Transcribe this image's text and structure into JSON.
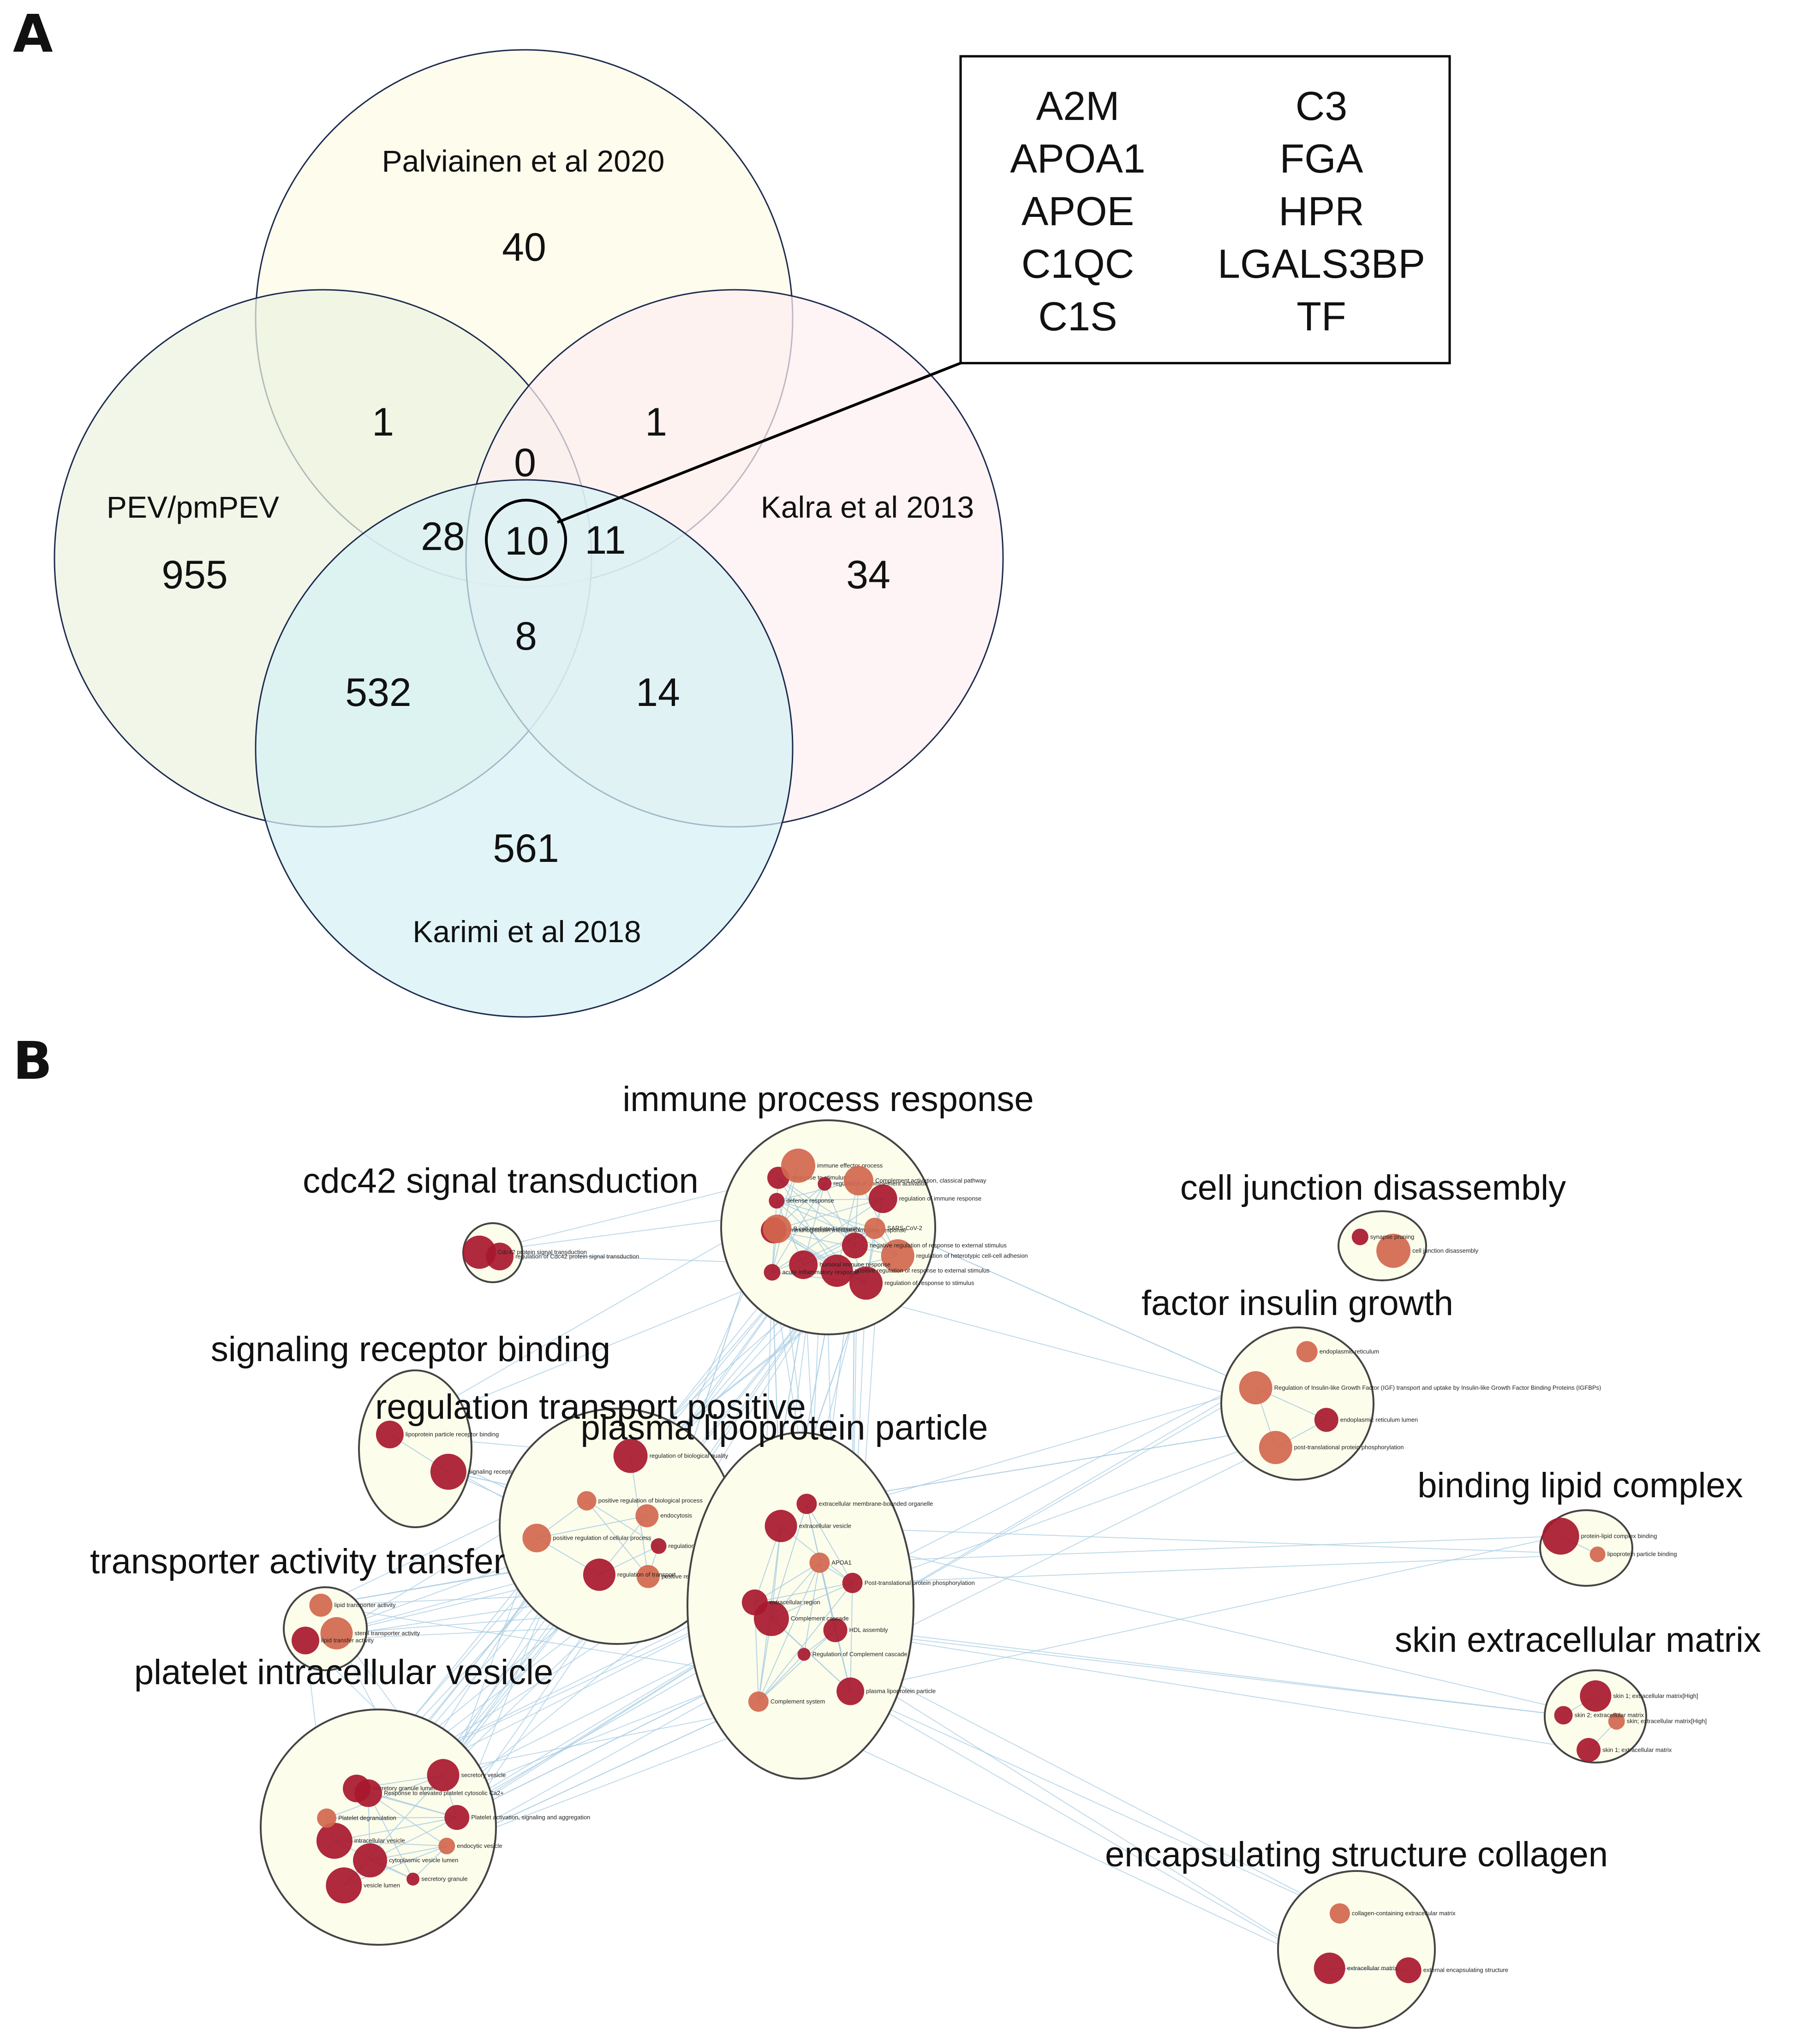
{
  "panels": {
    "a_label": "A",
    "b_label": "B"
  },
  "venn": {
    "sets": [
      {
        "name": "Palviainen et al 2020",
        "fill": "#fdfbe4"
      },
      {
        "name": "PEV/pmPEV",
        "fill": "#ebf2e0"
      },
      {
        "name": "Kalra et al 2013",
        "fill": "#fdeef1"
      },
      {
        "name": "Karimi et al 2018",
        "fill": "#d6f1f5"
      }
    ],
    "counts": {
      "palviainen_only": "40",
      "pev_only": "955",
      "kalra_only": "34",
      "karimi_only": "561",
      "pev_palviainen": "1",
      "palviainen_kalra": "1",
      "pev_palviainen_kalra": "0",
      "pev_palviainen_karimi": "28",
      "all_four": "10",
      "palviainen_kalra_karimi": "11",
      "pev_kalra_karimi": "8",
      "pev_karimi": "532",
      "kalra_karimi": "14"
    },
    "shared_genes": [
      "A2M",
      "C3",
      "APOA1",
      "FGA",
      "APOE",
      "HPR",
      "C1QC",
      "LGALS3BP",
      "C1S",
      "TF"
    ]
  },
  "network": {
    "node_colors": {
      "dark": "#a8182c",
      "light": "#d2674e",
      "cluster_fill": "#fdfdec",
      "edge": "#a9cde3"
    },
    "clusters": [
      {
        "id": "immune",
        "title": "immune process response",
        "terms": [
          "regulation of heterotypic cell-cell adhesion",
          "negative regulation of response to external stimulus",
          "regulation of response to stimulus",
          "positive regulation of response to external stimulus",
          "humoral immune response",
          "acute inflammatory response",
          "immunoglobulin mediated immune response",
          "B cell mediated immunity",
          "defense response",
          "response to stimulus",
          "immune effector process",
          "regulation of complement activation",
          "Complement activation, classical pathway",
          "regulation of immune response",
          "SARS-CoV-2"
        ]
      },
      {
        "id": "cdc42",
        "title": "cdc42 signal transduction",
        "terms": [
          "regulation of Cdc42 protein signal transduction",
          "Cdc42 protein signal transduction"
        ]
      },
      {
        "id": "celljunction",
        "title": "cell junction disassembly",
        "terms": [
          "cell junction disassembly",
          "synapse pruning"
        ]
      },
      {
        "id": "insulin",
        "title": "factor insulin growth",
        "terms": [
          "endoplasmic reticulum lumen",
          "post-translational protein phosphorylation",
          "Regulation of Insulin-like Growth Factor (IGF) transport and uptake by Insulin-like Growth Factor Binding Proteins (IGFBPs)",
          "endoplasmic reticulum"
        ]
      },
      {
        "id": "signaling",
        "title": "signaling receptor binding",
        "terms": [
          "signaling receptor binding",
          "lipoprotein particle receptor binding"
        ]
      },
      {
        "id": "regtransport",
        "title": "regulation transport positive",
        "terms": [
          "regulation of vesicle-mediated transport",
          "positive regulation of transport",
          "regulation of transport",
          "positive regulation of cellular process",
          "positive regulation of biological process",
          "regulation of biological quality",
          "endocytosis"
        ]
      },
      {
        "id": "lipoprotein",
        "title": "plasma lipoprotein particle",
        "terms": [
          "HDL assembly",
          "plasma lipoprotein particle",
          "Regulation of Complement cascade",
          "Complement system",
          "Complement cascade",
          "extracellular region",
          "extracellular vesicle",
          "extracellular membrane-bounded organelle",
          "APOA1",
          "Post-translational protein phosphorylation"
        ]
      },
      {
        "id": "bindinglipid",
        "title": "binding lipid complex",
        "terms": [
          "lipoprotein particle binding",
          "protein-lipid complex binding"
        ]
      },
      {
        "id": "transporter",
        "title": "transporter activity transfer",
        "terms": [
          "sterol transporter activity",
          "lipid transfer activity",
          "lipid transporter activity"
        ]
      },
      {
        "id": "platelet",
        "title": "platelet intracellular vesicle",
        "terms": [
          "endocytic vesicle",
          "secretory granule",
          "cytoplasmic vesicle lumen",
          "vesicle lumen",
          "intracellular vesicle",
          "Platelet degranulation",
          "secretory granule lumen",
          "Response to elevated platelet cytosolic Ca2+",
          "secretory vesicle",
          "Platelet activation, signaling and aggregation"
        ]
      },
      {
        "id": "skin",
        "title": "skin extracellular matrix",
        "terms": [
          "skin; extracellular matrix[High]",
          "skin 1; extracellular matrix",
          "skin 2; extracellular matrix",
          "skin 1; extracellular matrix[High]"
        ]
      },
      {
        "id": "collagen",
        "title": "encapsulating structure collagen",
        "terms": [
          "external encapsulating structure",
          "extracellular matrix",
          "collagen-containing extracellular matrix"
        ]
      }
    ]
  }
}
